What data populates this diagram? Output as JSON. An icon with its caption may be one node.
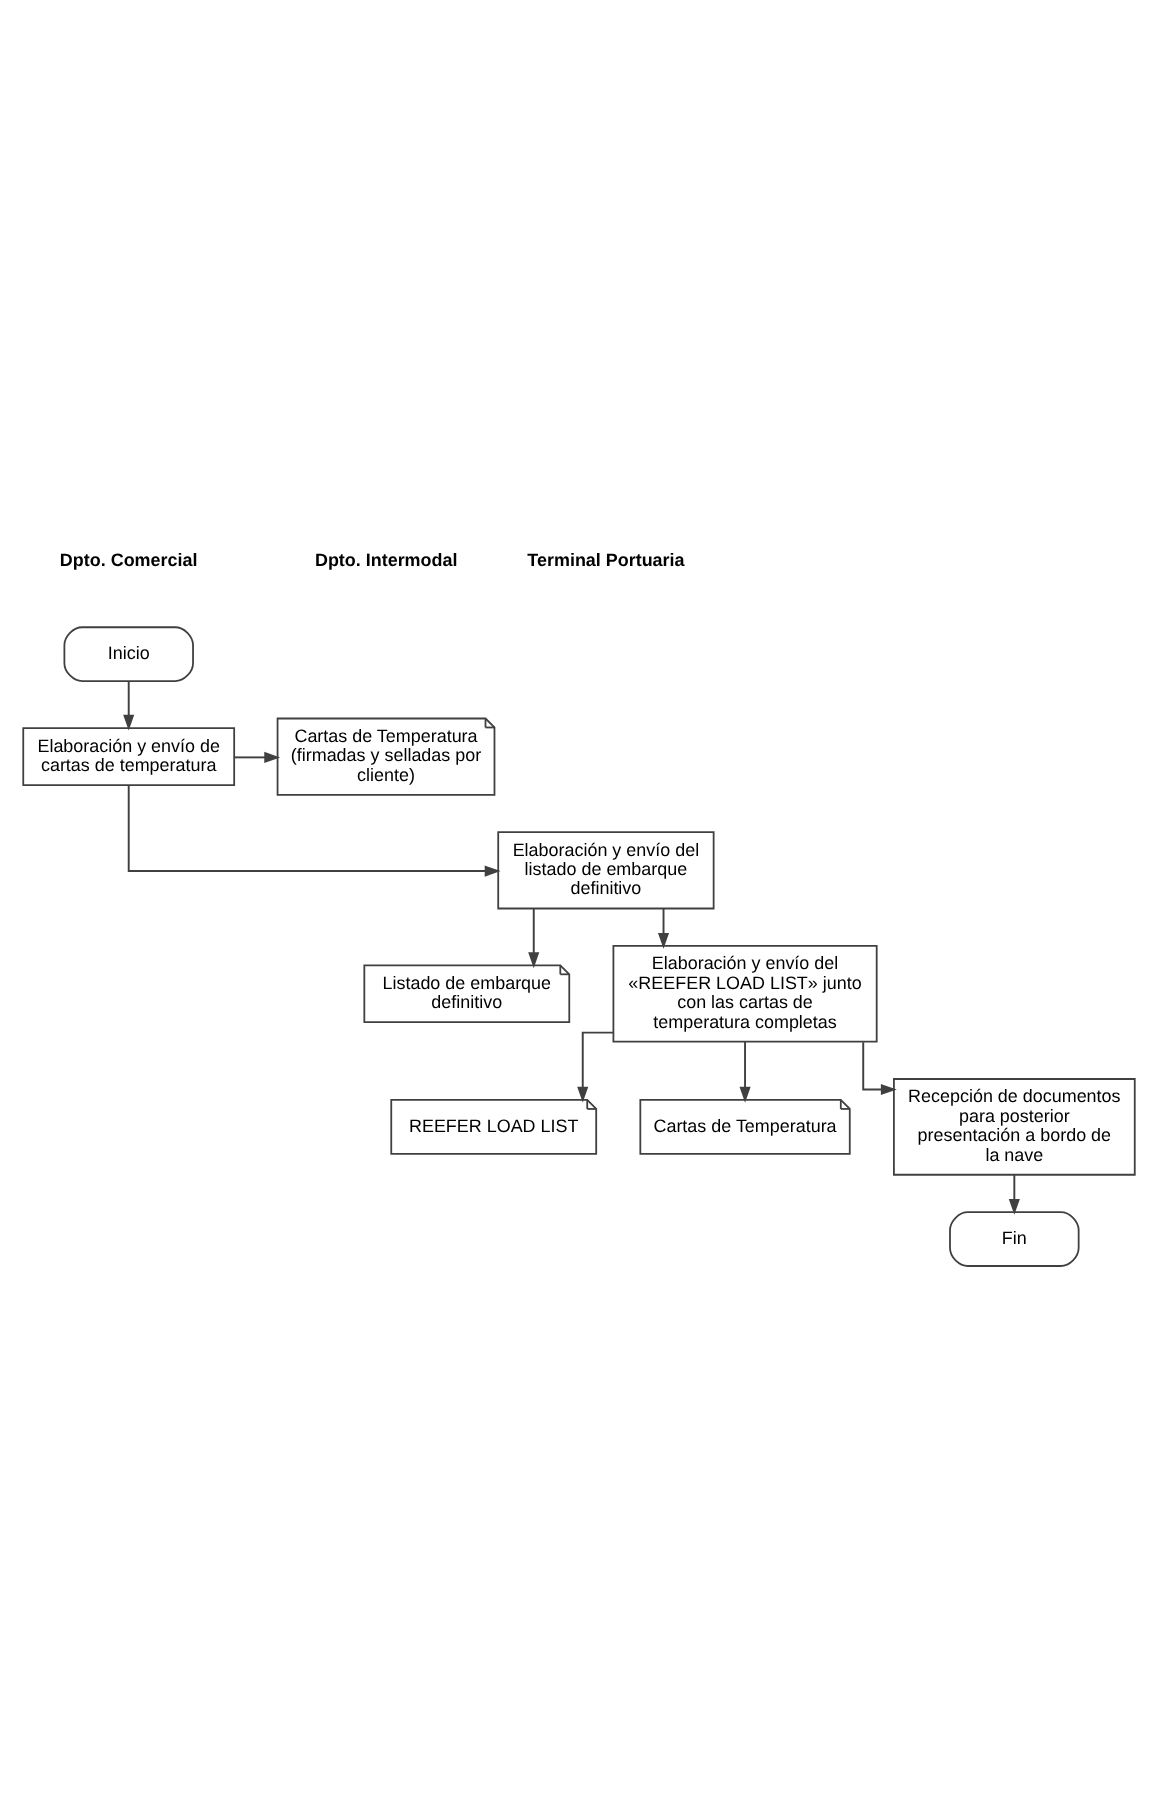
{
  "diagram": {
    "nodes": [
      {
        "text": [
          "Inicio"
        ]
      },
      {
        "text": [
          "Elaboración y envío de cartas de temperatura"
        ]
      },
      {
        "text": [
          "Cartas de Temperatura (firmadas y selladas por cliente)"
        ]
      },
      {
        "text": [
          "Elaboración y envío del listado de embarque definitivo"
        ]
      },
      {
        "text": [
          "Listado de embarque definitivo"
        ]
      },
      {
        "text": [
          "Elaboración y envío del «REEFER LOAD LIST» junto con las cartas de temperatura completas"
        ]
      },
      {
        "text": [
          "REEFER LOAD LIST"
        ]
      },
      {
        "text": [
          "Cartas de Temperatura"
        ]
      },
      {
        "text": [
          "Recepción de documentos para posterior presentación a bordo de la nave"
        ]
      },
      {
        "text": [
          "Fin"
        ]
      }
    ],
    "edges": [
      {
        "from": 0,
        "to": 1,
        "arrow": "to"
      },
      {
        "from": 1,
        "to": 2,
        "arrow": "to"
      },
      {
        "from": 1,
        "to": 3,
        "arrow": "to"
      },
      {
        "from": 3,
        "to": 4,
        "arrow": "to"
      },
      {
        "from": 3,
        "to": 5,
        "arrow": "to"
      },
      {
        "from": 5,
        "to": 6,
        "arrow": "to"
      },
      {
        "from": 5,
        "to": 7,
        "arrow": "to"
      },
      {
        "from": 5,
        "to": 8,
        "arrow": "to"
      },
      {
        "from": 8,
        "to": 9,
        "arrow": "to"
      }
    ],
    "labels": [
      "Dpto. Comercial",
      "Dpto. Intermodal",
      "Terminal Portuaria"
    ]
  }
}
